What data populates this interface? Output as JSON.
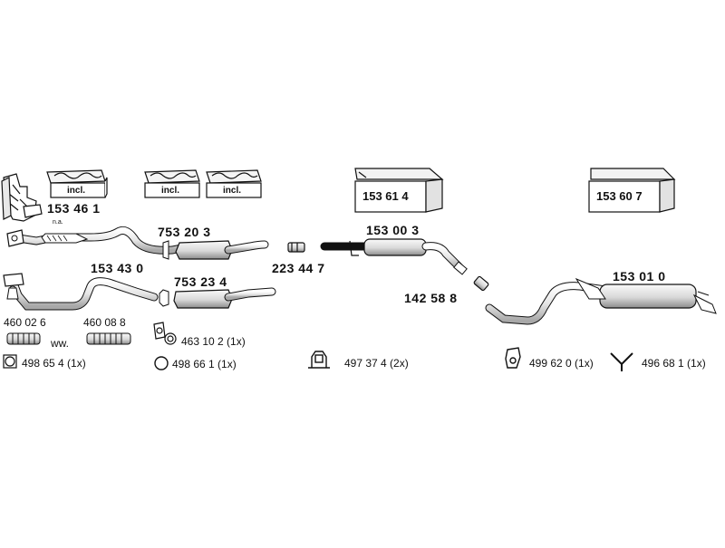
{
  "part_numbers": {
    "manifold": "153 46 1",
    "front_pipe_a_cat": "753 20 3",
    "connector": "223 44 7",
    "mid_silencer": "153 00 3",
    "front_pipe_b": "153 43 0",
    "front_pipe_b_cat": "753 23 4",
    "clamp_piece": "142 58 8",
    "rear_silencer": "153 01 0",
    "box_mid": "153 61 4",
    "box_rear": "153 60 7"
  },
  "box_labels": {
    "incl_1": "incl.",
    "incl_2": "incl.",
    "incl_3": "incl."
  },
  "notes": {
    "na": "n.a.",
    "ww": "ww."
  },
  "accessories": {
    "flex_1": "460 02 6",
    "flex_2": "460 08 8",
    "gasket_set": "463 10 2 (1x)",
    "ring_gasket_1": "498 65 4 (1x)",
    "ring_gasket_2": "498 66 1 (1x)",
    "hanger": "497 37 4 (2x)",
    "rubber_mount": "499 62 0 (1x)",
    "y_bracket": "496 68 1 (1x)"
  }
}
